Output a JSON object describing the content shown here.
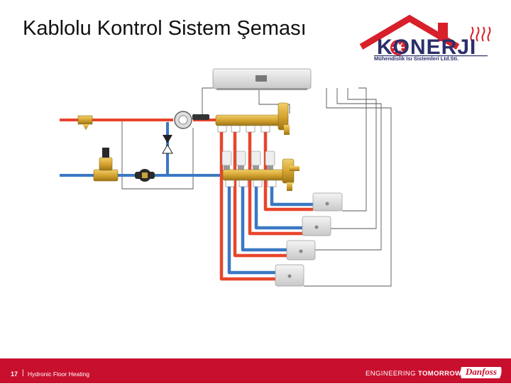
{
  "slide": {
    "title": "Kablolu Kontrol Sistem Şeması"
  },
  "logo": {
    "name": "KONERJI",
    "subtitle": "Mühendislik Isı Sistemleri Ltd.Sti."
  },
  "footer": {
    "page_number": "17",
    "separator": "|",
    "topic": "Hydronic Floor Heating",
    "tagline_light": "ENGINEERING ",
    "tagline_bold": "TOMORROW",
    "brand": "Danfoss"
  },
  "colors": {
    "supply": "#e8452c",
    "return": "#3a78c2",
    "brass": "#d6a431",
    "footer_bg": "#c8102e",
    "logo_red": "#d7202a",
    "logo_navy": "#2b2f6b",
    "wire": "#555555"
  },
  "icons": [
    "house-roof-icon",
    "snowflake-gear-icon",
    "heat-waves-icon",
    "danfoss-logo-icon"
  ]
}
